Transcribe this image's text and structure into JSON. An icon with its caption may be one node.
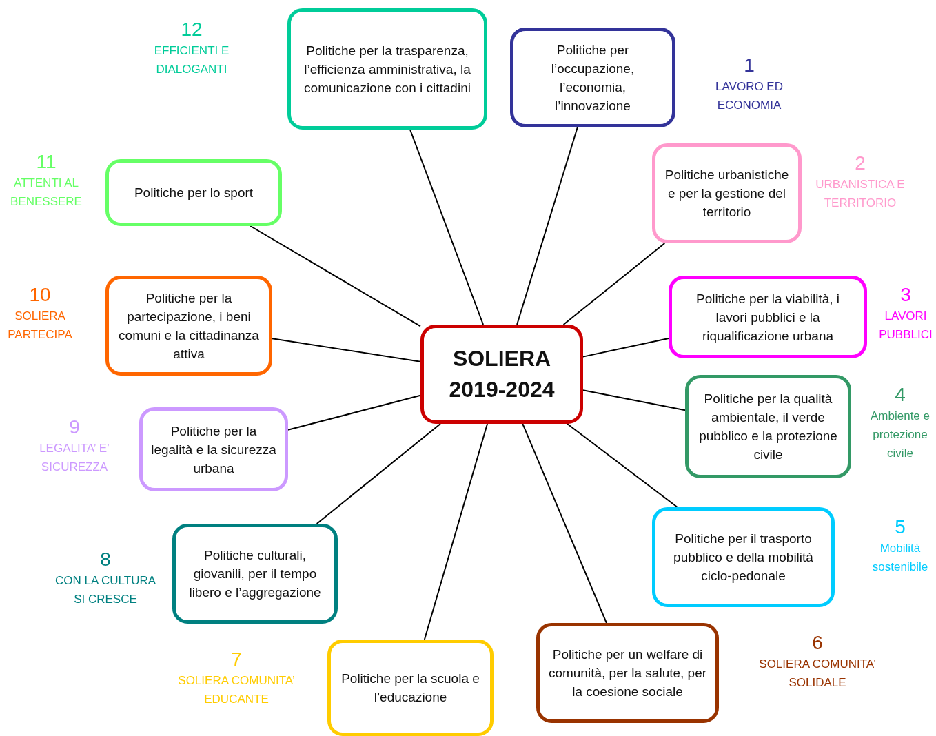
{
  "diagram": {
    "nodes": [
      {
        "text": [
          "SOLIERA 2019-2024"
        ]
      },
      {
        "text": [
          "Politiche per l’occupazione, l’economia, l’innovazione"
        ],
        "beside": [
          "1",
          "LAVORO ED ECONOMIA"
        ]
      },
      {
        "text": [
          "Politiche urbanistiche e per la gestione del territorio"
        ],
        "beside": [
          "2",
          "URBANISTICA E TERRITORIO"
        ]
      },
      {
        "text": [
          "Politiche per la viabilità, i lavori pubblici e la riqualificazione urbana"
        ],
        "beside": [
          "3",
          "LAVORI PUBBLICI"
        ]
      },
      {
        "text": [
          "Politiche per la qualità ambientale, il verde pubblico e la protezione civile"
        ],
        "beside": [
          "4",
          "Ambiente e protezione civile"
        ]
      },
      {
        "text": [
          "Politiche per il trasporto pubblico e della mobilità ciclo-pedonale"
        ],
        "beside": [
          "5",
          "Mobilità sostenibile"
        ]
      },
      {
        "text": [
          "Politiche per un welfare di comunità, per la salute, per la coesione sociale"
        ],
        "beside": [
          "6",
          "SOLIERA COMUNITA’ SOLIDALE"
        ]
      },
      {
        "text": [
          "Politiche per la scuola e l’educazione"
        ],
        "beside": [
          "7",
          "SOLIERA COMUNITA’ EDUCANTE"
        ]
      },
      {
        "text": [
          "Politiche culturali, giovanili, per il tempo libero e l’aggregazione"
        ],
        "beside": [
          "8",
          "CON LA CULTURA SI CRESCE"
        ]
      },
      {
        "text": [
          "Politiche per la legalità e la sicurezza urbana"
        ],
        "beside": [
          "9",
          "LEGALITA’ E’ SICUREZZA"
        ]
      },
      {
        "text": [
          "Politiche per la partecipazione, i beni comuni e la cittadinanza attiva"
        ],
        "beside": [
          "10",
          "SOLIERA PARTECIPA"
        ]
      },
      {
        "text": [
          "Politiche per lo sport"
        ],
        "beside": [
          "11",
          "ATTENTI AL BENESSERE"
        ]
      },
      {
        "text": [
          "Politiche per la trasparenza, l’efficienza amministrativa, la comunicazione con i cittadini"
        ],
        "beside": [
          "12",
          "EFFICIENTI E DIALOGANTI"
        ]
      }
    ],
    "edges": [
      {
        "from": 0,
        "to": 1,
        "arrow": "none"
      },
      {
        "from": 0,
        "to": 2,
        "arrow": "none"
      },
      {
        "from": 0,
        "to": 3,
        "arrow": "none"
      },
      {
        "from": 0,
        "to": 4,
        "arrow": "none"
      },
      {
        "from": 0,
        "to": 5,
        "arrow": "none"
      },
      {
        "from": 0,
        "to": 6,
        "arrow": "none"
      },
      {
        "from": 0,
        "to": 7,
        "arrow": "none"
      },
      {
        "from": 0,
        "to": 8,
        "arrow": "none"
      },
      {
        "from": 0,
        "to": 9,
        "arrow": "none"
      },
      {
        "from": 0,
        "to": 10,
        "arrow": "none"
      },
      {
        "from": 0,
        "to": 11,
        "arrow": "none"
      },
      {
        "from": 0,
        "to": 12,
        "arrow": "none"
      }
    ]
  }
}
